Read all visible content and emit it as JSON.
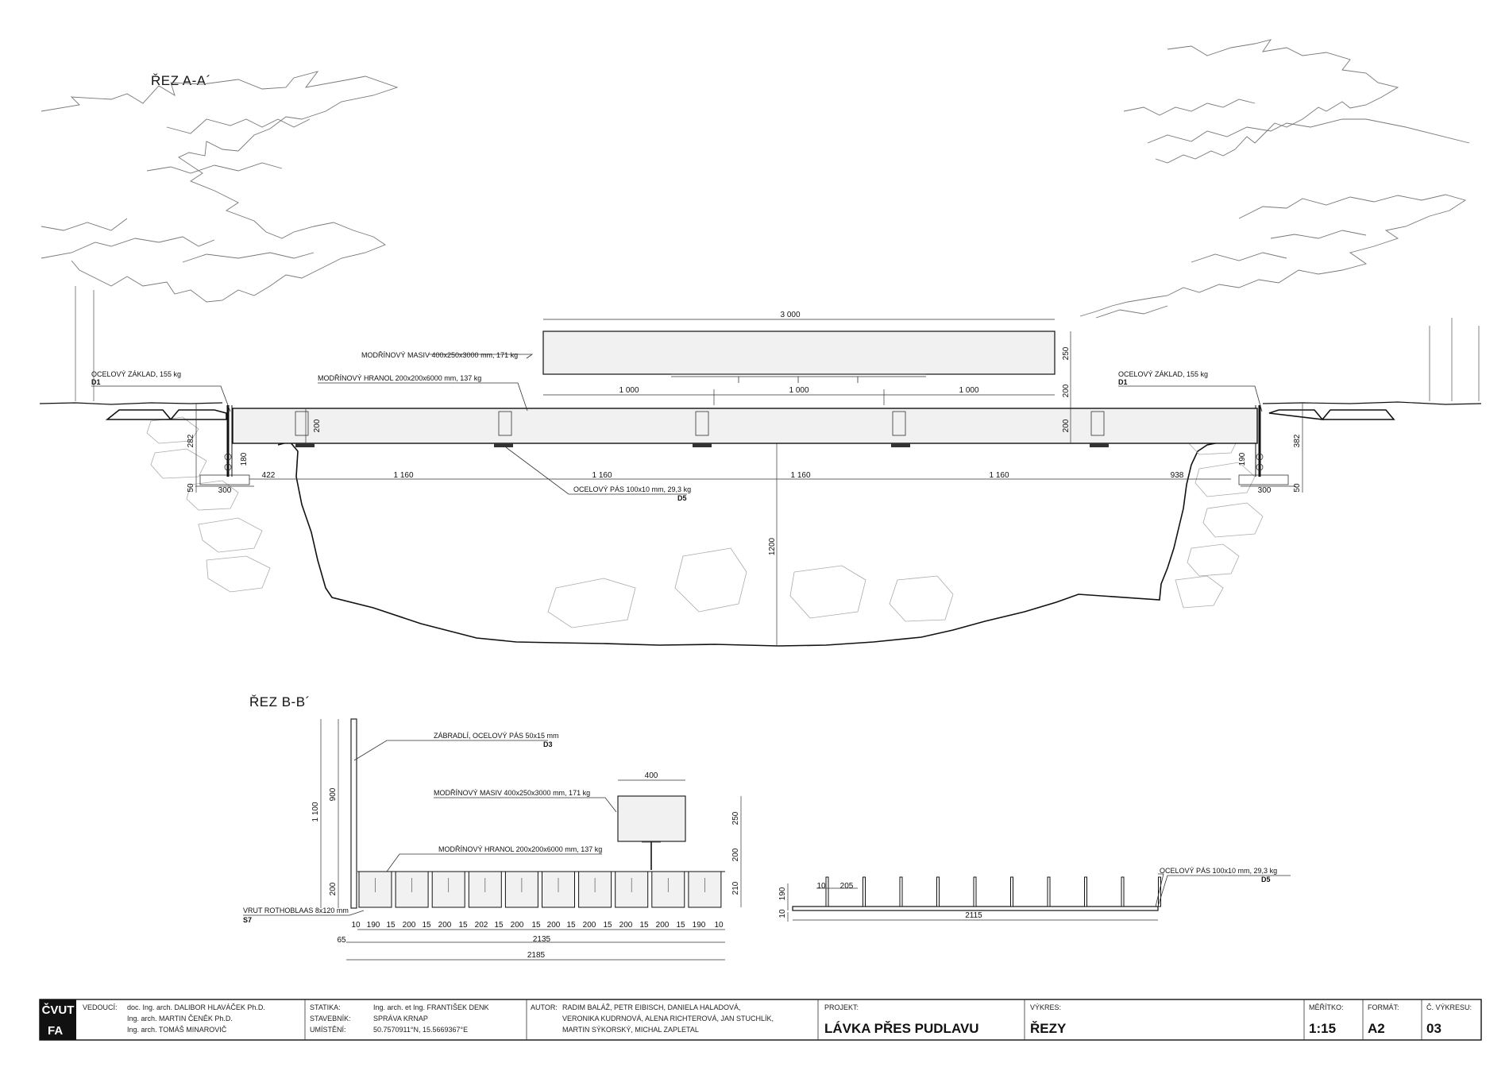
{
  "sections": {
    "a": {
      "title": "ŘEZ A-A´",
      "labels": {
        "masiv": "MODŘÍNOVÝ MASIV 400x250x3000 mm, 171 kg",
        "hranol": "MODŘÍNOVÝ HRANOL 200x200x6000 mm, 137 kg",
        "zaklad_left": "OCELOVÝ ZÁKLAD, 155 kg",
        "zaklad_left_code": "D1",
        "zaklad_right": "OCELOVÝ ZÁKLAD, 155 kg",
        "zaklad_right_code": "D1",
        "pas": "OCELOVÝ PÁS 100x10 mm, 29,3 kg",
        "pas_code": "D5"
      },
      "dims": {
        "top_total": "3 000",
        "top_1": "1 000",
        "top_2": "1 000",
        "top_3": "1 000",
        "h_250": "250",
        "h_200_top": "200",
        "h_200_left": "200",
        "h_200_right": "200",
        "left_282": "282",
        "left_180": "180",
        "left_50": "50",
        "left_300": "300",
        "bot_422": "422",
        "bot_1": "1 160",
        "bot_2": "1 160",
        "bot_3": "1 160",
        "bot_4": "1 160",
        "bot_938": "938",
        "right_382": "382",
        "right_190": "190",
        "right_50": "50",
        "right_300": "300",
        "depth": "1200"
      }
    },
    "b": {
      "title": "ŘEZ B-B´",
      "labels": {
        "zabradli": "ZÁBRADLÍ, OCELOVÝ PÁS 50x15 mm",
        "zabradli_code": "D3",
        "masiv": "MODŘÍNOVÝ MASIV 400x250x3000 mm, 171 kg",
        "hranol": "MODŘÍNOVÝ HRANOL 200x200x6000 mm, 137 kg",
        "vrut": "VRUT ROTHOBLAAS 8x120 mm",
        "vrut_code": "S7",
        "pas": "OCELOVÝ PÁS 100x10 mm, 29,3 kg",
        "pas_code": "D5"
      },
      "dims": {
        "v_1100": "1 100",
        "v_900": "900",
        "v_200": "200",
        "top_400": "400",
        "r_250": "250",
        "r_200": "200",
        "r_210": "210",
        "row": [
          "10",
          "190",
          "15",
          "200",
          "15",
          "200",
          "15",
          "202",
          "15",
          "200",
          "15",
          "200",
          "15",
          "200",
          "15",
          "200",
          "15",
          "200",
          "15",
          "190",
          "10"
        ],
        "d_65": "65",
        "d_2135": "2135",
        "d_2185": "2185",
        "s_190": "190",
        "s_10a": "10",
        "s_205": "205",
        "s_10b": "10",
        "s_2115": "2115"
      }
    }
  },
  "title_block": {
    "logo_top": "ČVUT",
    "logo_bottom": "FA",
    "vedouci_label": "VEDOUCÍ:",
    "vedouci": [
      "doc. Ing. arch. DALIBOR HLAVÁČEK Ph.D.",
      "Ing. arch. MARTIN ČENĚK Ph.D.",
      "Ing. arch. TOMÁŠ MINAROVIČ"
    ],
    "statika_label": "STATIKA:",
    "statika": "Ing. arch. et Ing. FRANTIŠEK DENK",
    "stavebnik_label": "STAVEBNÍK:",
    "stavebnik": "SPRÁVA KRNAP",
    "umisteni_label": "UMÍSTĚNÍ:",
    "umisteni": "50.7570911°N, 15.5669367°E",
    "autor_label": "AUTOR:",
    "autor": [
      "RADIM BALÁŽ, PETR EIBISCH, DANIELA HALADOVÁ,",
      "VERONIKA KUDRNOVÁ, ALENA RICHTEROVÁ, JAN STUCHLÍK,",
      "MARTIN SÝKORSKÝ, MICHAL ZAPLETAL"
    ],
    "projekt_label": "PROJEKT:",
    "projekt": "LÁVKA PŘES PUDLAVU",
    "vykres_label": "VÝKRES:",
    "vykres": "ŘEZY",
    "meritko_label": "MĚŘÍTKO:",
    "meritko": "1:15",
    "format_label": "FORMÁT:",
    "format": "A2",
    "cislo_label": "Č. VÝKRESU:",
    "cislo": "03"
  }
}
